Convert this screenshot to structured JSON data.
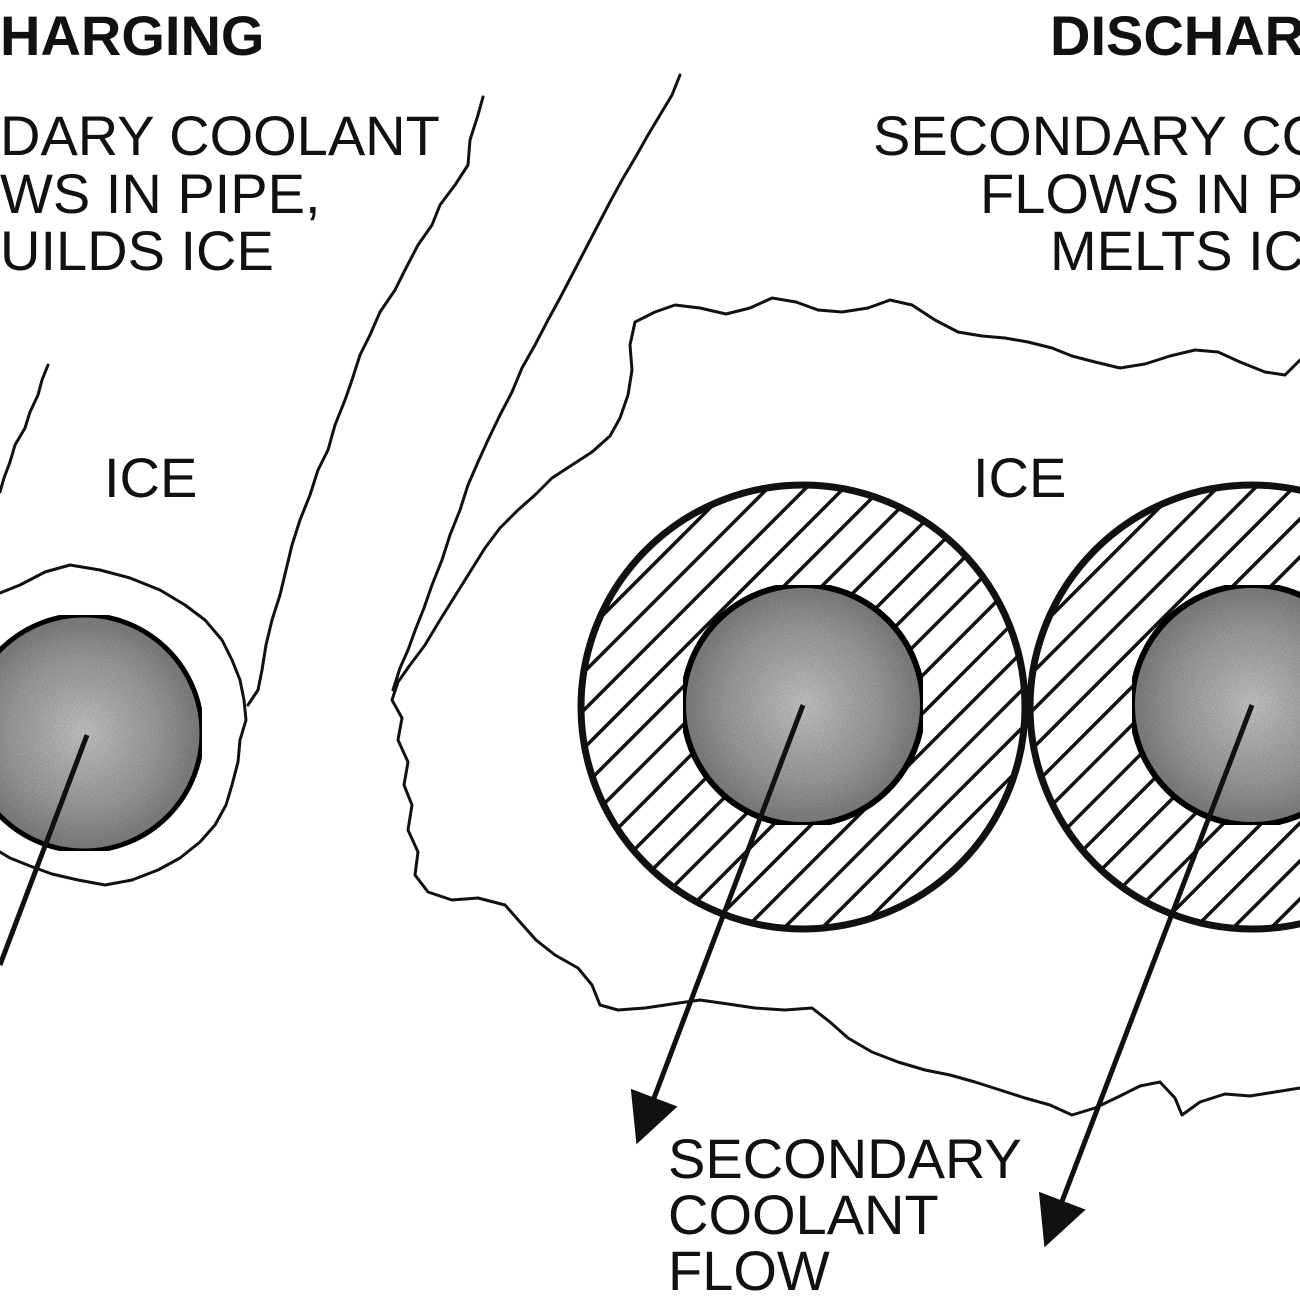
{
  "charging": {
    "title": "HARGING",
    "caption": [
      "DARY COOLANT",
      "WS IN PIPE,",
      "UILDS ICE"
    ],
    "ice_label": "ICE"
  },
  "discharging": {
    "title": "DISCHAR",
    "caption": [
      "SECONDARY CO",
      "FLOWS IN P",
      "MELTS IC"
    ],
    "ice_label": "ICE",
    "flow_label": [
      "SECONDARY",
      "COOLANT",
      "FLOW"
    ]
  },
  "colors": {
    "line": "#111111",
    "coolant_fill": "#9a9a9a",
    "background": "#ffffff"
  }
}
